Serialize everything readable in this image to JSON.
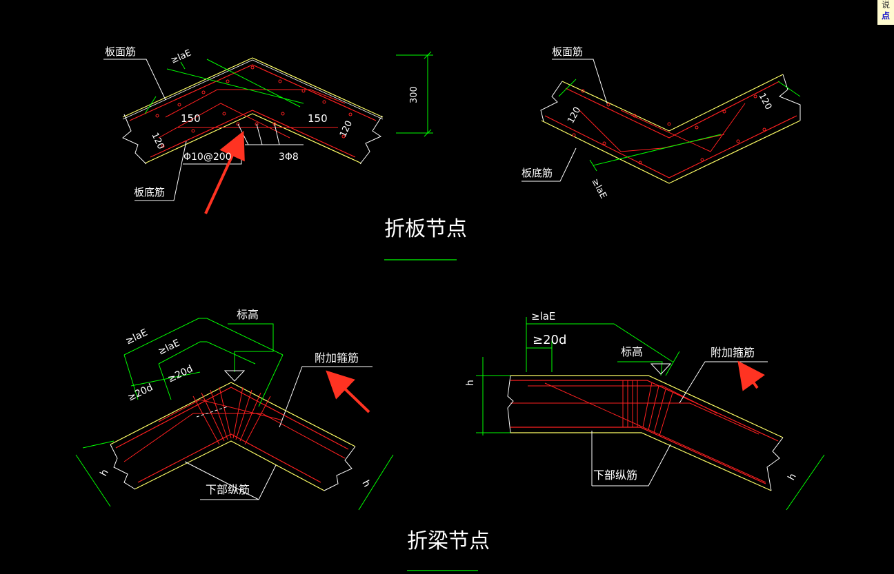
{
  "side_note": {
    "line1": "说",
    "line2": "点"
  },
  "panels": {
    "slab_convex": {
      "top_bar": "板面筋",
      "bottom_bar": "板底筋",
      "anchor": "≥laE",
      "left_len": "150",
      "right_len": "150",
      "left_thk": "120",
      "right_thk": "120",
      "stirrup": "Φ10@200",
      "extra_bar": "3Φ8",
      "height": "300"
    },
    "slab_concave": {
      "top_bar": "板面筋",
      "bottom_bar": "板底筋",
      "anchor": "≥laE",
      "left_thk": "120",
      "right_thk": "120"
    },
    "slab_title": "折板节点",
    "beam_convex": {
      "anchor_outer": "≥laE",
      "anchor_inner": "≥laE",
      "d_outer": "≥20d",
      "d_inner": "≥20d",
      "elev": "标高",
      "stirrups": "附加箍筋",
      "bottom_bar": "下部纵筋",
      "h_left": "h",
      "h_right": "h"
    },
    "beam_flat": {
      "anchor": "≥laE",
      "d": "≥20d",
      "elev": "标高",
      "stirrups": "附加箍筋",
      "bottom_bar": "下部纵筋",
      "h_left": "h",
      "h_right": "h"
    },
    "beam_title": "折梁节点"
  },
  "colors": {
    "green": "#00ff00",
    "white": "#ffffff",
    "yellow": "#ffff66",
    "red": "#ff2020",
    "arrow": "#ff3322"
  }
}
